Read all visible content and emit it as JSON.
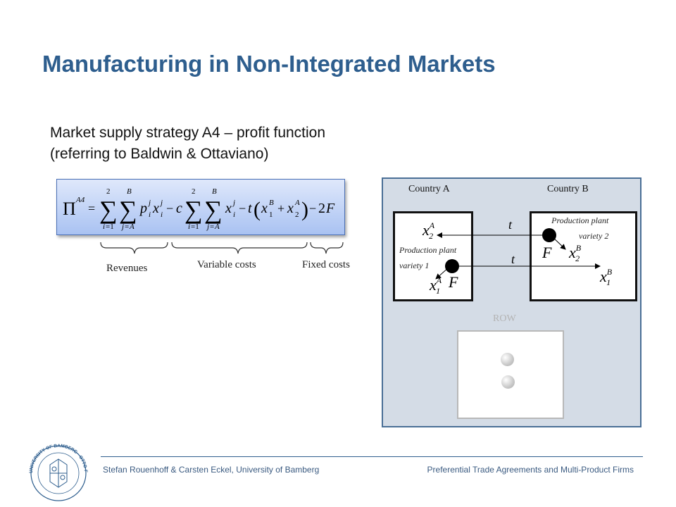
{
  "slide": {
    "title": "Manufacturing in Non-Integrated Markets",
    "subtitle_line1": "Market supply strategy A4 – profit function",
    "subtitle_line2": "(referring to Baldwin & Ottaviano)"
  },
  "formula": {
    "text": "Π^{A4} = Σ_{i=1}^{2} Σ_{j=A}^{B} p_i^j x_i^j − c Σ_{i=1}^{2} Σ_{j=A}^{B} x_i^j − t(x_1^B + x_2^A) − 2F"
  },
  "labels": {
    "revenues": "Revenues",
    "variable_costs": "Variable costs",
    "fixed_costs": "Fixed costs"
  },
  "diagram": {
    "country_a": "Country A",
    "country_b": "Country B",
    "plant_1_line1": "Production plant",
    "plant_1_line2": "variety 1",
    "plant_2_line1": "Production plant",
    "plant_2_line2": "variety 2",
    "t_top": "t",
    "t_bottom": "t",
    "f_left": "F",
    "f_right": "F",
    "row": "ROW",
    "x2A": "x",
    "x1A": "x",
    "x2B": "x",
    "x1B": "x",
    "sup_a": "A",
    "sup_b": "B",
    "sub_1": "1",
    "sub_2": "2"
  },
  "footer": {
    "left": "Stefan Rouenhoff & Carsten Eckel, University of Bamberg",
    "right": "Preferential Trade Agreements and Multi-Product Firms"
  },
  "seal": {
    "text": "UNIVERSITY OF BAMBERG · OTTO-FRIEDRICH-UNIVERSITÄT BAMBERG"
  },
  "colors": {
    "title": "#2e5e8e",
    "panel_bg": "#d4dce6",
    "panel_border": "#4a6f96",
    "formula_bg": "#b9cdf5"
  }
}
